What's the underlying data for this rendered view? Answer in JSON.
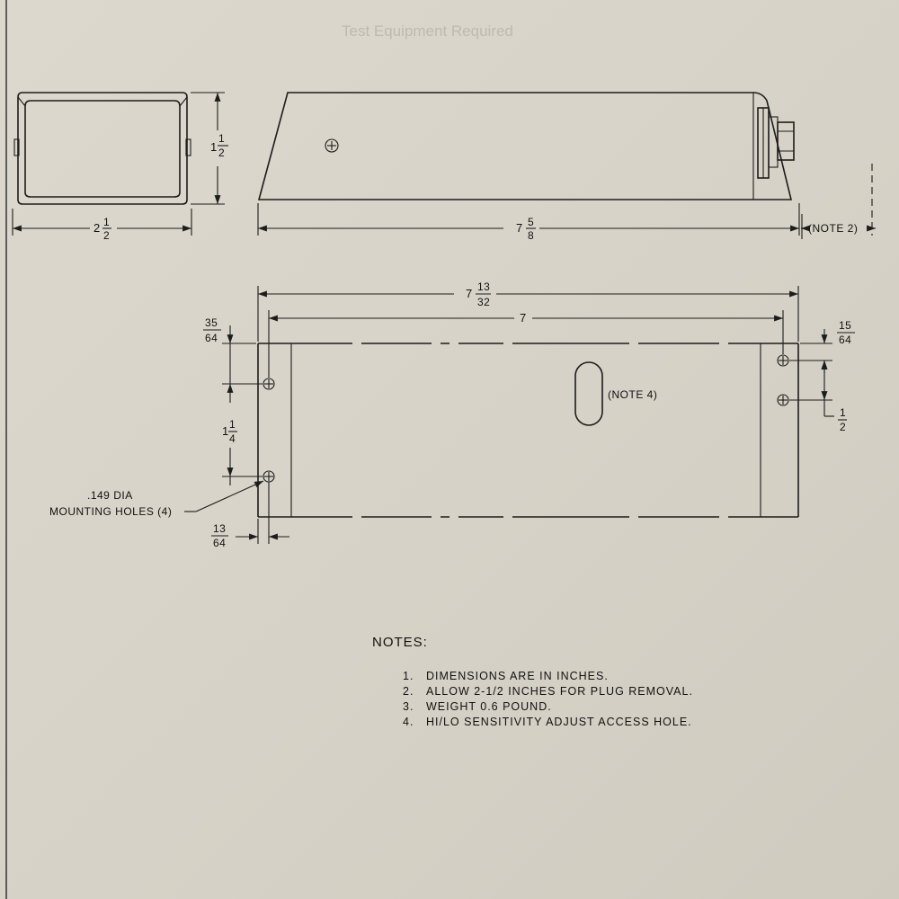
{
  "page_title": "Test Equipment Required",
  "dimensions": {
    "front_height": {
      "whole": "1",
      "num": "1",
      "den": "2"
    },
    "front_width": {
      "whole": "2",
      "num": "1",
      "den": "2"
    },
    "side_length": {
      "whole": "7",
      "num": "5",
      "den": "8"
    },
    "note2_ref": "(NOTE 2)",
    "top_overall": {
      "whole": "7",
      "num": "13",
      "den": "32"
    },
    "top_inner": "7",
    "left_offset": {
      "num": "35",
      "den": "64"
    },
    "hole_spacing_left": {
      "whole": "1",
      "num": "1",
      "den": "4"
    },
    "right_offset": {
      "num": "15",
      "den": "64"
    },
    "hole_spacing_right": {
      "num": "1",
      "den": "2"
    },
    "flange_width": {
      "num": "13",
      "den": "64"
    },
    "note4_ref": "(NOTE 4)",
    "hole_label_line1": ".149 DIA",
    "hole_label_line2": "MOUNTING HOLES (4)"
  },
  "notes": {
    "title": "NOTES:",
    "items": [
      {
        "num": "1.",
        "text": "DIMENSIONS ARE IN INCHES."
      },
      {
        "num": "2.",
        "text": "ALLOW 2-1/2 INCHES FOR PLUG REMOVAL."
      },
      {
        "num": "3.",
        "text": "WEIGHT 0.6 POUND."
      },
      {
        "num": "4.",
        "text": "HI/LO SENSITIVITY ADJUST ACCESS HOLE."
      }
    ]
  }
}
